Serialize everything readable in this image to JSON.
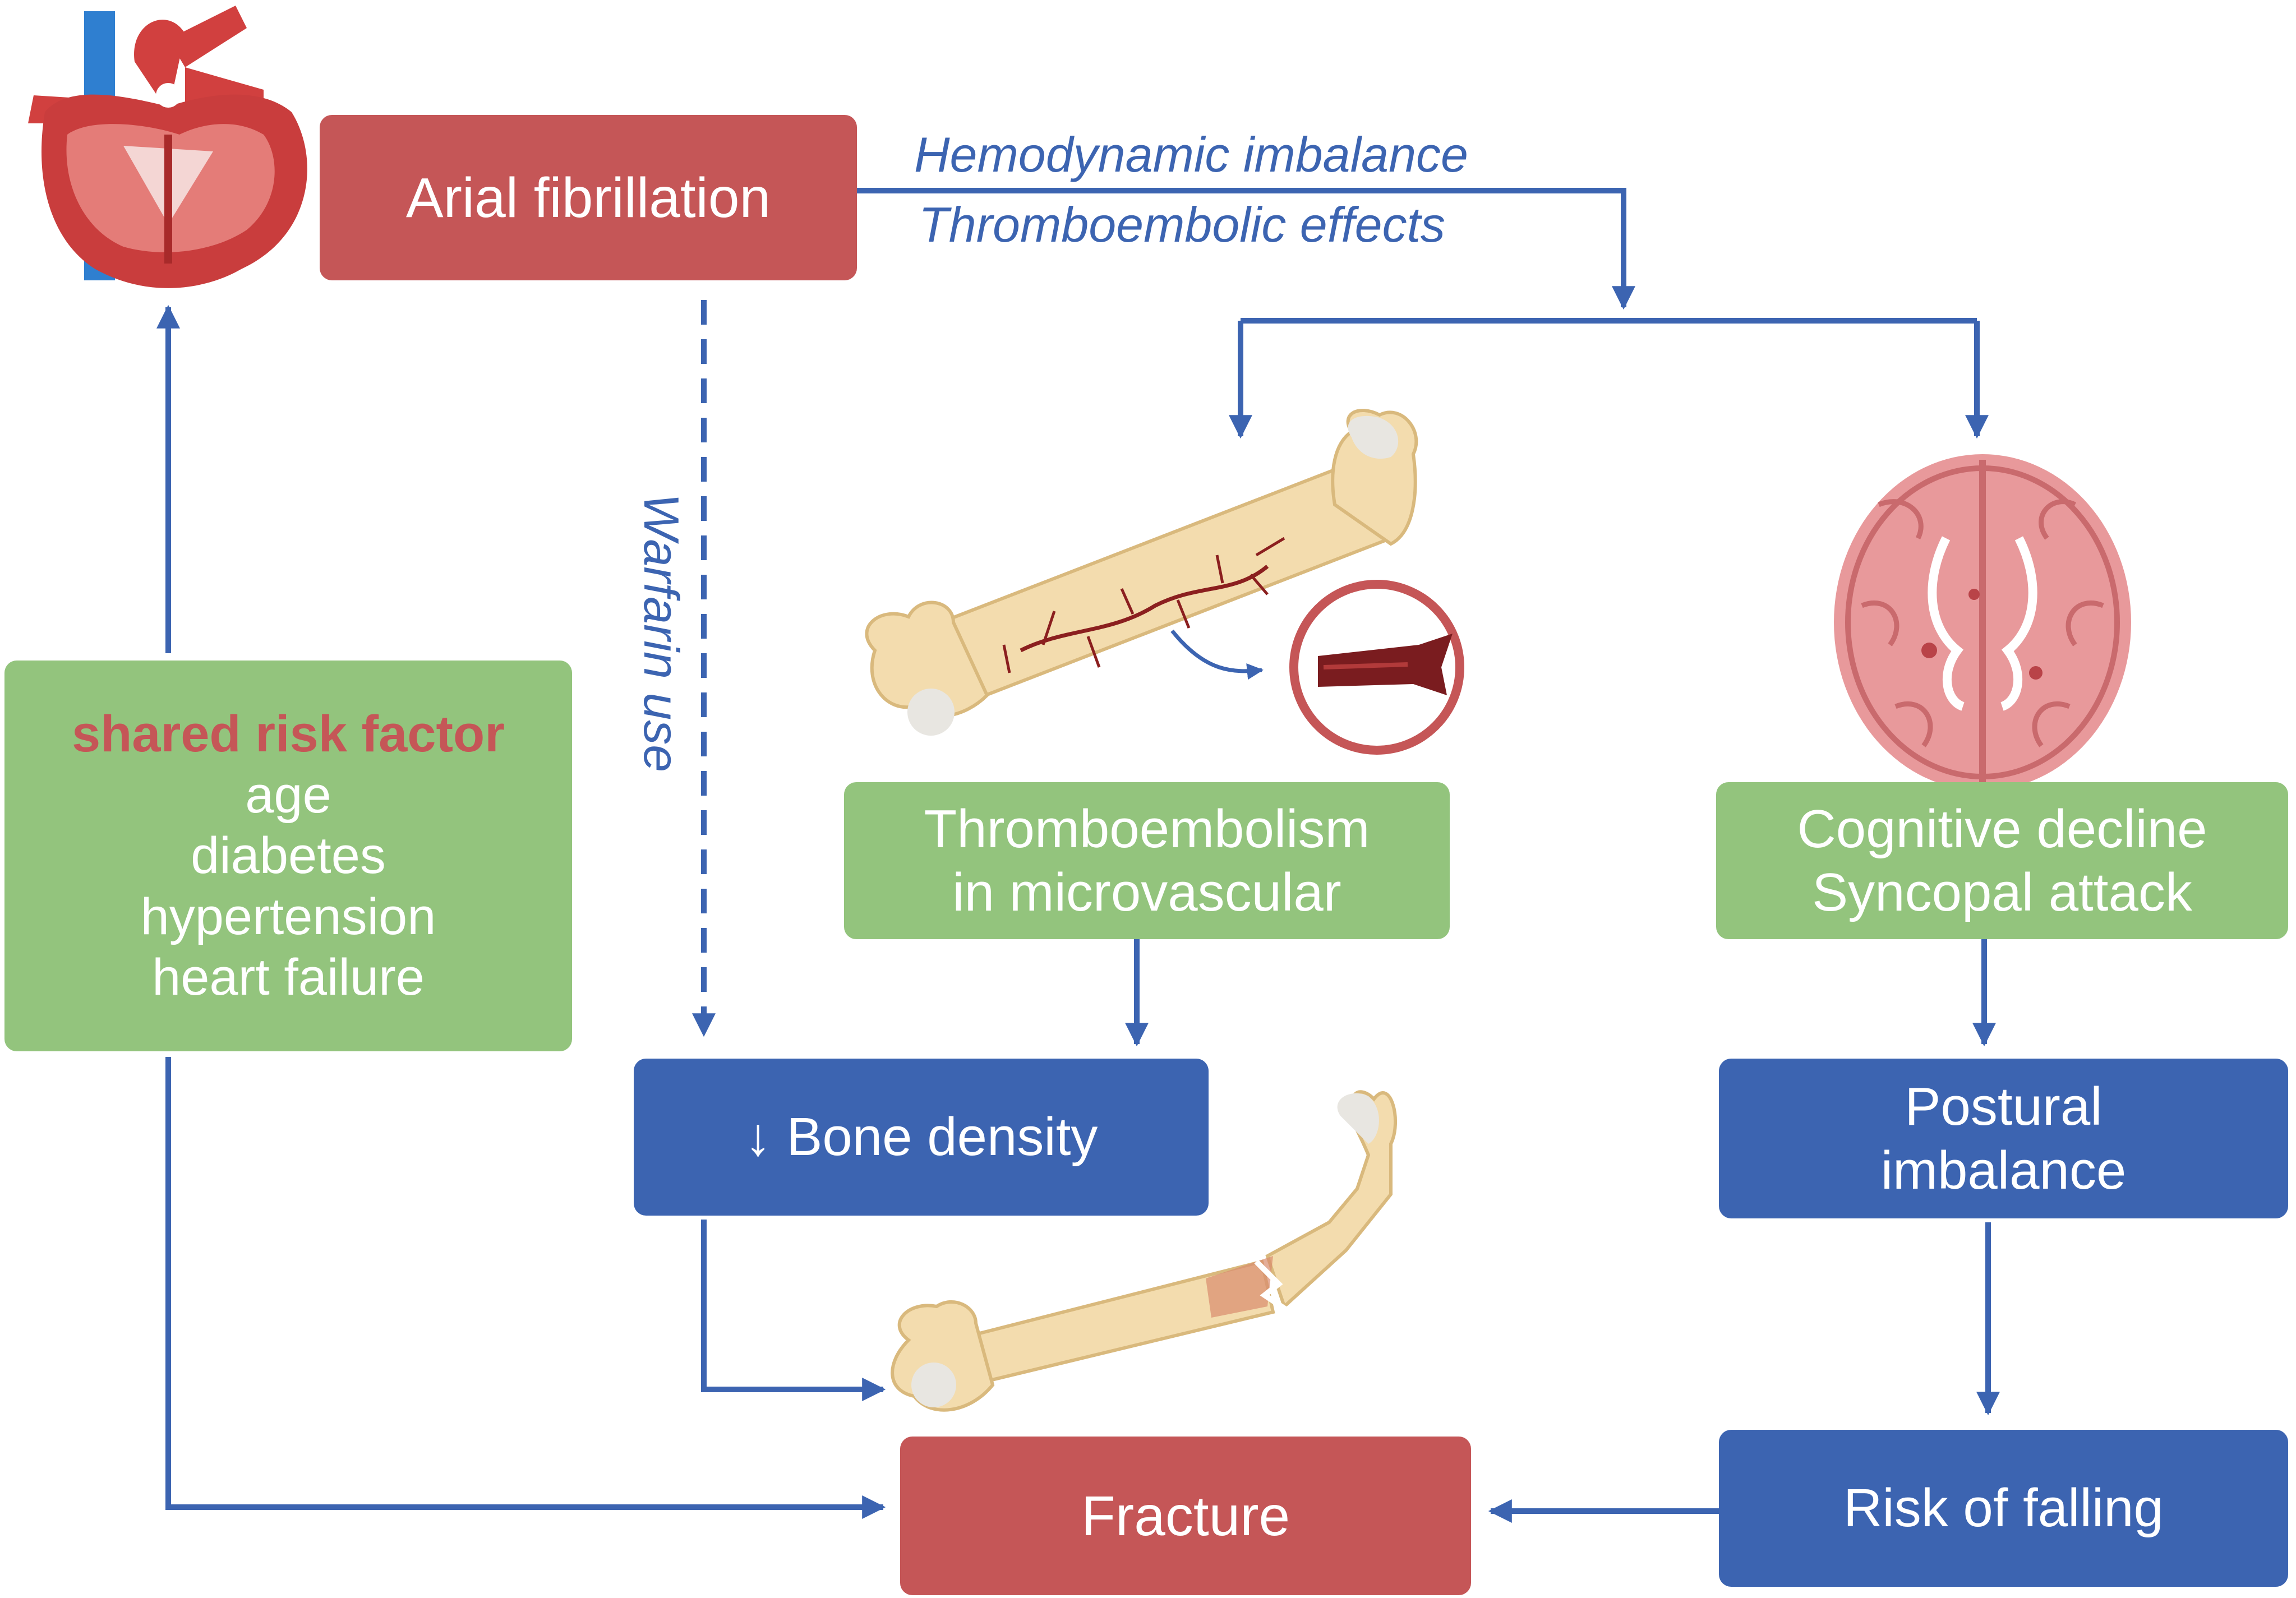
{
  "nodes": {
    "atrial_fibrillation": "Arial fibrillation",
    "shared_risk": {
      "heading": "shared risk factor",
      "items": [
        "age",
        "diabetes",
        "hypertension",
        "heart failure"
      ]
    },
    "thromboembolism": [
      "Thromboembolism",
      "in microvascular"
    ],
    "cognitive": [
      "Cognitive decline",
      "Syncopal attack"
    ],
    "bone_density": "↓ Bone density",
    "postural": [
      "Postural",
      "imbalance"
    ],
    "risk_of_falling": "Risk of falling",
    "fracture": "Fracture"
  },
  "edge_labels": {
    "hemodynamic": "Hemodynamic imbalance",
    "thromboembolic": "Thromboembolic effects",
    "warfarin": "Warfarin use"
  },
  "colors": {
    "red": "#c55657",
    "green": "#93c47d",
    "blue": "#3c64b1",
    "bone": "#f3dcae",
    "brain": "#e8999b"
  }
}
